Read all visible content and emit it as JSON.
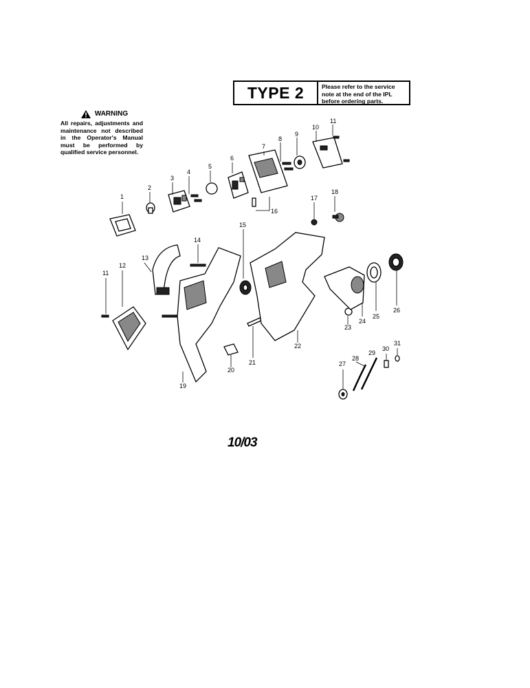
{
  "type_box": {
    "label": "TYPE 2",
    "note": "Please refer to the service note at the end of the IPL before ordering parts."
  },
  "warning": {
    "title": "WARNING",
    "text": "All repairs, adjustments and maintenance not described in the Operator's Manual must be performed by qualified service personnel."
  },
  "footer": {
    "date_code": "10/03"
  },
  "callouts": {
    "c1": "1",
    "c2": "2",
    "c3": "3",
    "c4": "4",
    "c5": "5",
    "c6": "6",
    "c7": "7",
    "c8": "8",
    "c9": "9",
    "c10": "10",
    "c11a": "11",
    "c11b": "11",
    "c12": "12",
    "c13": "13",
    "c14": "14",
    "c15": "15",
    "c16": "16",
    "c17": "17",
    "c18": "18",
    "c19": "19",
    "c20": "20",
    "c21": "21",
    "c22": "22",
    "c23": "23",
    "c24": "24",
    "c25": "25",
    "c26": "26",
    "c27": "27",
    "c28": "28",
    "c29": "29",
    "c30": "30",
    "c31": "31"
  },
  "icons": {
    "warning": "warning-triangle-icon"
  }
}
